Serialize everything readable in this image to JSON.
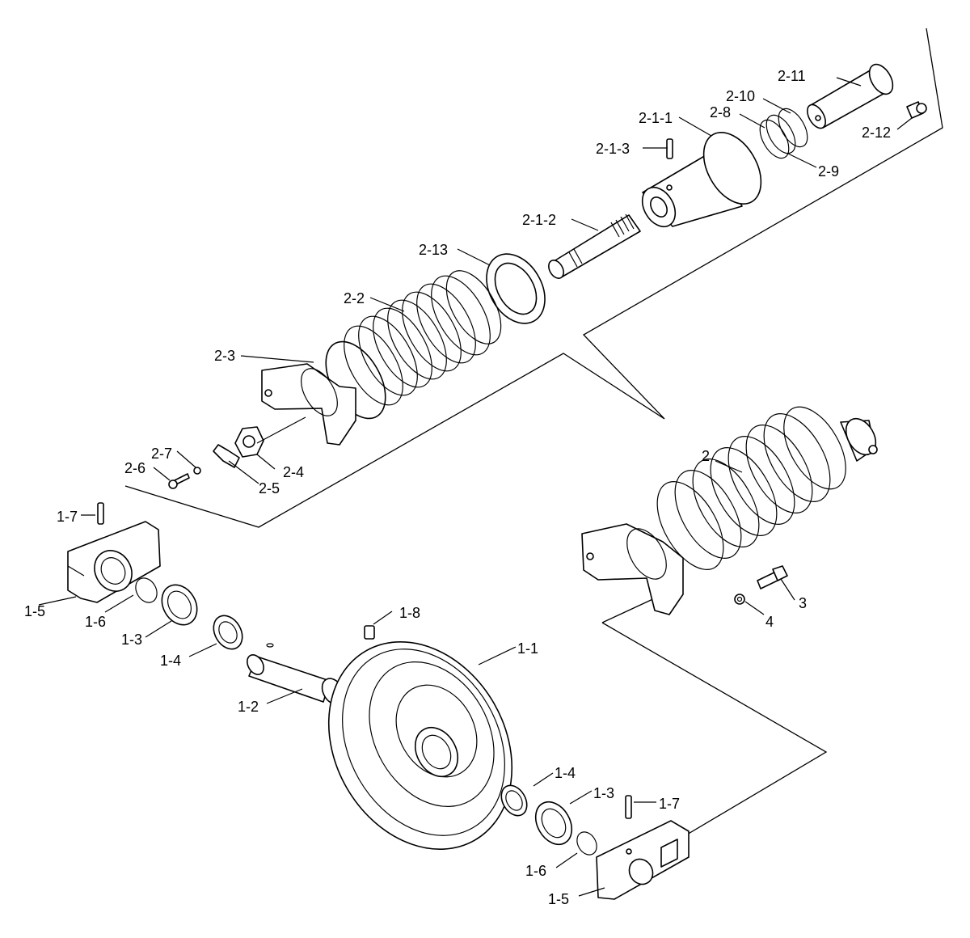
{
  "diagram": {
    "labels": {
      "l_2_11": "2-11",
      "l_2_10": "2-10",
      "l_2_8": "2-8",
      "l_2_1_1": "2-1-1",
      "l_2_1_3": "2-1-3",
      "l_2_12": "2-12",
      "l_2_9": "2-9",
      "l_2_1_2": "2-1-2",
      "l_2_13": "2-13",
      "l_2_2": "2-2",
      "l_2_3": "2-3",
      "l_2_7": "2-7",
      "l_2_6": "2-6",
      "l_2_5": "2-5",
      "l_2_4": "2-4",
      "l_1_7a": "1-7",
      "l_1_5a": "1-5",
      "l_1_6a": "1-6",
      "l_1_3a": "1-3",
      "l_1_4a": "1-4",
      "l_1_8": "1-8",
      "l_1_1": "1-1",
      "l_1_2": "1-2",
      "l_2": "2",
      "l_3": "3",
      "l_4": "4",
      "l_1_4b": "1-4",
      "l_1_3b": "1-3",
      "l_1_7b": "1-7",
      "l_1_6b": "1-6",
      "l_1_5b": "1-5"
    }
  }
}
